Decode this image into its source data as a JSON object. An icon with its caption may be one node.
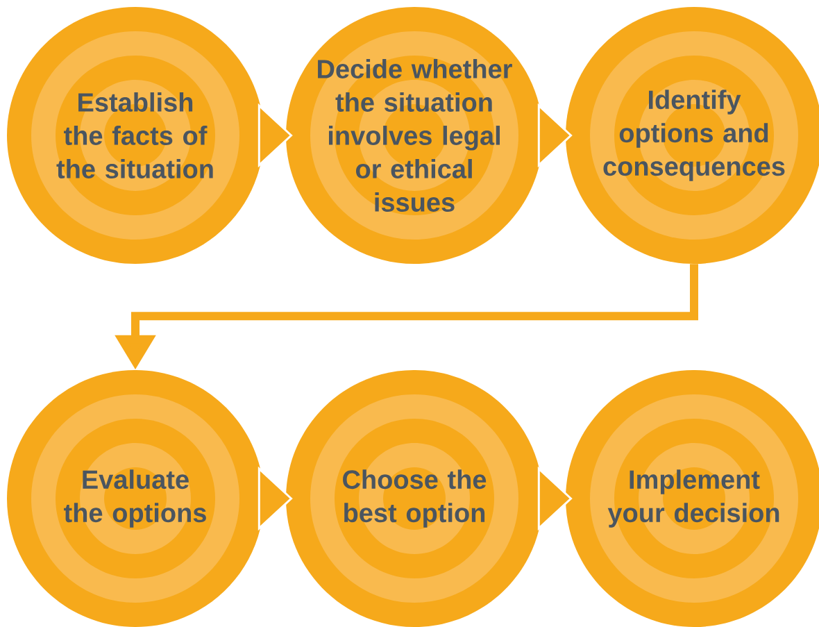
{
  "diagram": {
    "nodes": [
      {
        "text": [
          "Establish the facts of the situation"
        ]
      },
      {
        "text": [
          "Decide whether the situation involves legal or ethical issues"
        ]
      },
      {
        "text": [
          "Identify options and consequences"
        ]
      },
      {
        "text": [
          "Evaluate the options"
        ]
      },
      {
        "text": [
          "Choose the best option"
        ]
      },
      {
        "text": [
          "Implement your decision"
        ]
      }
    ],
    "edges": [
      {
        "from": 0,
        "to": 1,
        "arrow": "to"
      },
      {
        "from": 1,
        "to": 2,
        "arrow": "to"
      },
      {
        "from": 2,
        "to": 3,
        "arrow": "to"
      },
      {
        "from": 3,
        "to": 4,
        "arrow": "to"
      },
      {
        "from": 4,
        "to": 5,
        "arrow": "to"
      }
    ]
  }
}
